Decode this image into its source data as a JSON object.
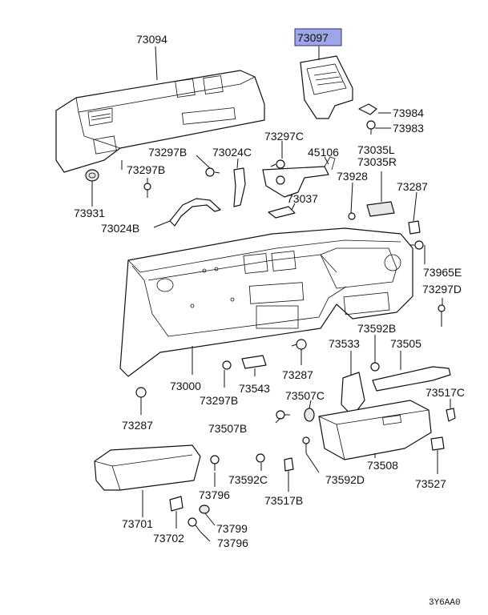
{
  "diagram": {
    "highlighted_part": "73097",
    "footer_code": "3Y6AA0",
    "labels": {
      "p73094": "73094",
      "p73097": "73097",
      "p73984": "73984",
      "p73983": "73983",
      "p73297C": "73297C",
      "p45106": "45106",
      "p73035L": "73035L",
      "p73035R": "73035R",
      "p73297B_a": "73297B",
      "p73024C": "73024C",
      "p73297B_b": "73297B",
      "p73928": "73928",
      "p73287_a": "73287",
      "p73931": "73931",
      "p73037": "73037",
      "p73024B": "73024B",
      "p73965E": "73965E",
      "p73297D": "73297D",
      "p73592B": "73592B",
      "p73533": "73533",
      "p73505": "73505",
      "p73000": "73000",
      "p73287_b": "73287",
      "p73543": "73543",
      "p73297B_c": "73297B",
      "p73507C": "73507C",
      "p73517C": "73517C",
      "p73287_c": "73287",
      "p73507B": "73507B",
      "p73508": "73508",
      "p73592C": "73592C",
      "p73592D": "73592D",
      "p73527": "73527",
      "p73796_a": "73796",
      "p73517B": "73517B",
      "p73701": "73701",
      "p73799": "73799",
      "p73702": "73702",
      "p73796_b": "73796"
    }
  }
}
